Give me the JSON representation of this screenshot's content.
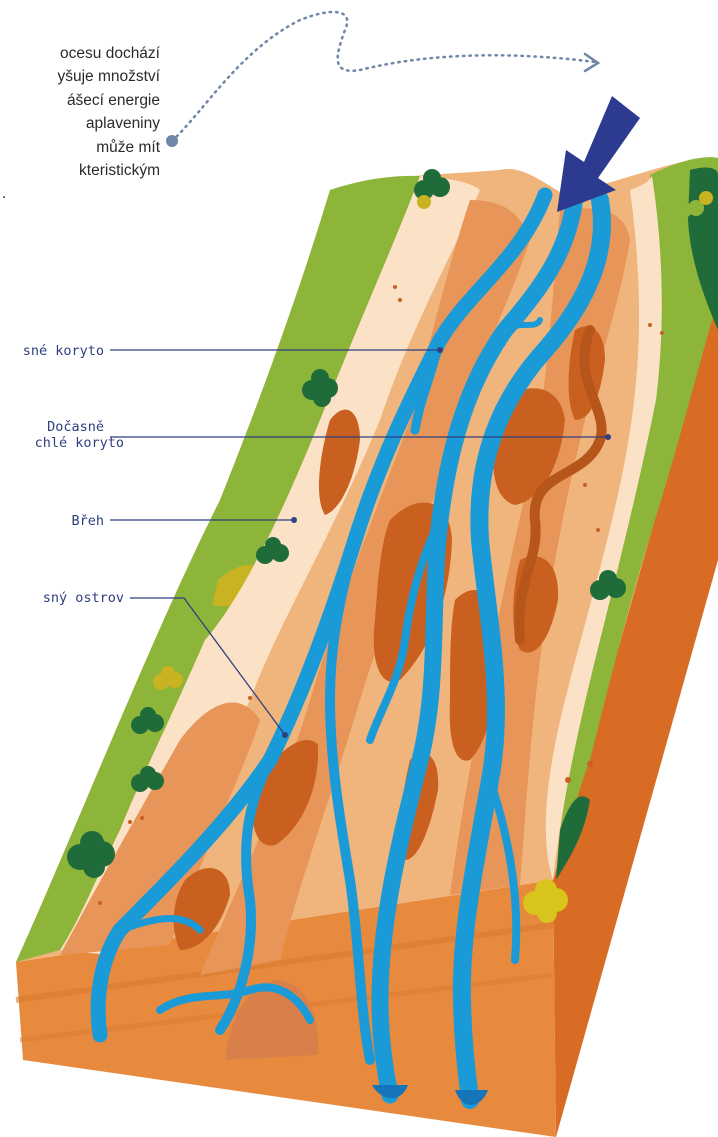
{
  "intro_text": [
    "ocesu dochází",
    "yšuje množství",
    "ášecí energie",
    "aplaveniny",
    "může mít",
    "kteristickým",
    "."
  ],
  "labels": [
    {
      "id": "stale-koryto",
      "text": "sné koryto"
    },
    {
      "id": "docasne-vyschle",
      "line1": "Dočasně",
      "line2": "chlé koryto"
    },
    {
      "id": "breh",
      "text": "Břeh"
    },
    {
      "id": "ostrov",
      "text": "sný ostrov"
    }
  ],
  "colors": {
    "water": "#1a9ad6",
    "water_dark": "#1475b8",
    "sand_light": "#f3c9a0",
    "sand_mid": "#e89a5a",
    "sand_dark": "#c9601f",
    "grass": "#8db53a",
    "bush": "#1f6b3a",
    "arrow": "#2c3a8f",
    "label": "#2f3f7f"
  }
}
